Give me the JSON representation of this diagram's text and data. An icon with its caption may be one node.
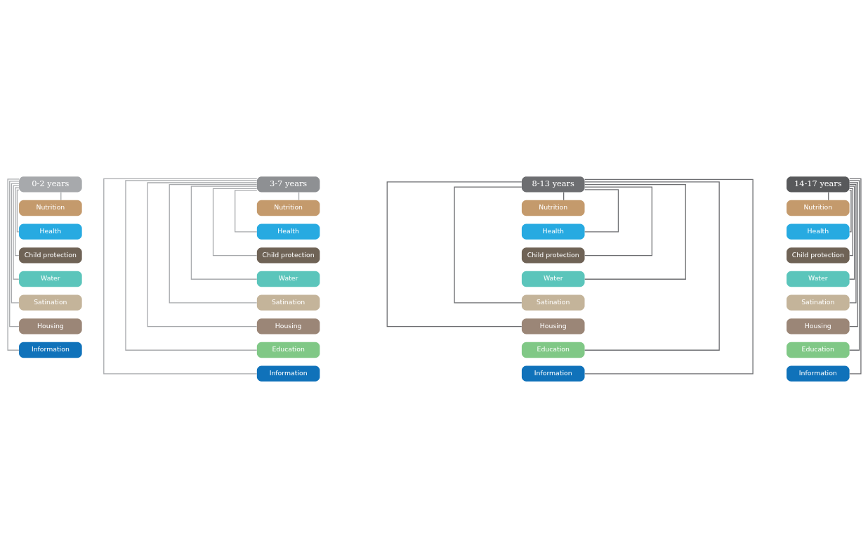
{
  "diagram": {
    "nodes": [
      {
        "text": [
          "0-2 years"
        ]
      },
      {
        "text": [
          "Nutrition"
        ]
      },
      {
        "text": [
          "Health"
        ]
      },
      {
        "text": [
          "Child protection"
        ]
      },
      {
        "text": [
          "Water"
        ]
      },
      {
        "text": [
          "Satination"
        ]
      },
      {
        "text": [
          "Housing"
        ]
      },
      {
        "text": [
          "Information"
        ]
      },
      {
        "text": [
          "3-7 years"
        ]
      },
      {
        "text": [
          "Nutrition"
        ]
      },
      {
        "text": [
          "Health"
        ]
      },
      {
        "text": [
          "Child protection"
        ]
      },
      {
        "text": [
          "Water"
        ]
      },
      {
        "text": [
          "Satination"
        ]
      },
      {
        "text": [
          "Housing"
        ]
      },
      {
        "text": [
          "Education"
        ]
      },
      {
        "text": [
          "Information"
        ]
      },
      {
        "text": [
          "8-13 years"
        ]
      },
      {
        "text": [
          "Nutrition"
        ]
      },
      {
        "text": [
          "Health"
        ]
      },
      {
        "text": [
          "Child protection"
        ]
      },
      {
        "text": [
          "Water"
        ]
      },
      {
        "text": [
          "Satination"
        ]
      },
      {
        "text": [
          "Housing"
        ]
      },
      {
        "text": [
          "Education"
        ]
      },
      {
        "text": [
          "Information"
        ]
      },
      {
        "text": [
          "14-17 years"
        ]
      },
      {
        "text": [
          "Nutrition"
        ]
      },
      {
        "text": [
          "Health"
        ]
      },
      {
        "text": [
          "Child protection"
        ]
      },
      {
        "text": [
          "Water"
        ]
      },
      {
        "text": [
          "Satination"
        ]
      },
      {
        "text": [
          "Housing"
        ]
      },
      {
        "text": [
          "Education"
        ]
      },
      {
        "text": [
          "Information"
        ]
      }
    ],
    "edges": [
      {
        "from": 0,
        "to": 1,
        "arrow": "none",
        "color": "#a7a9ac"
      },
      {
        "from": 0,
        "to": 2,
        "arrow": "none",
        "color": "#a7a9ac"
      },
      {
        "from": 0,
        "to": 3,
        "arrow": "none",
        "color": "#a7a9ac"
      },
      {
        "from": 0,
        "to": 4,
        "arrow": "none",
        "color": "#a7a9ac"
      },
      {
        "from": 0,
        "to": 5,
        "arrow": "none",
        "color": "#a7a9ac"
      },
      {
        "from": 0,
        "to": 6,
        "arrow": "none",
        "color": "#a7a9ac"
      },
      {
        "from": 0,
        "to": 7,
        "arrow": "none",
        "color": "#a7a9ac"
      },
      {
        "from": 8,
        "to": 9,
        "arrow": "none",
        "color": "#a7a9ac"
      },
      {
        "from": 8,
        "to": 10,
        "arrow": "none",
        "color": "#a7a9ac"
      },
      {
        "from": 8,
        "to": 11,
        "arrow": "none",
        "color": "#a7a9ac"
      },
      {
        "from": 8,
        "to": 12,
        "arrow": "none",
        "color": "#a7a9ac"
      },
      {
        "from": 8,
        "to": 13,
        "arrow": "none",
        "color": "#a7a9ac"
      },
      {
        "from": 8,
        "to": 14,
        "arrow": "none",
        "color": "#a7a9ac"
      },
      {
        "from": 8,
        "to": 15,
        "arrow": "none",
        "color": "#a7a9ac"
      },
      {
        "from": 8,
        "to": 16,
        "arrow": "none",
        "color": "#a7a9ac"
      },
      {
        "from": 17,
        "to": 18,
        "arrow": "none"
      },
      {
        "from": 17,
        "to": 19,
        "arrow": "none"
      },
      {
        "from": 17,
        "to": 20,
        "arrow": "none"
      },
      {
        "from": 17,
        "to": 21,
        "arrow": "none"
      },
      {
        "from": 17,
        "to": 22,
        "arrow": "none"
      },
      {
        "from": 17,
        "to": 23,
        "arrow": "none"
      },
      {
        "from": 17,
        "to": 24,
        "arrow": "none"
      },
      {
        "from": 17,
        "to": 25,
        "arrow": "none"
      },
      {
        "from": 26,
        "to": 27,
        "arrow": "none"
      },
      {
        "from": 26,
        "to": 28,
        "arrow": "none"
      },
      {
        "from": 26,
        "to": 29,
        "arrow": "none"
      },
      {
        "from": 26,
        "to": 30,
        "arrow": "none"
      },
      {
        "from": 26,
        "to": 31,
        "arrow": "none"
      },
      {
        "from": 26,
        "to": 32,
        "arrow": "none"
      },
      {
        "from": 26,
        "to": 33,
        "arrow": "none"
      },
      {
        "from": 26,
        "to": 34,
        "arrow": "none"
      }
    ]
  }
}
